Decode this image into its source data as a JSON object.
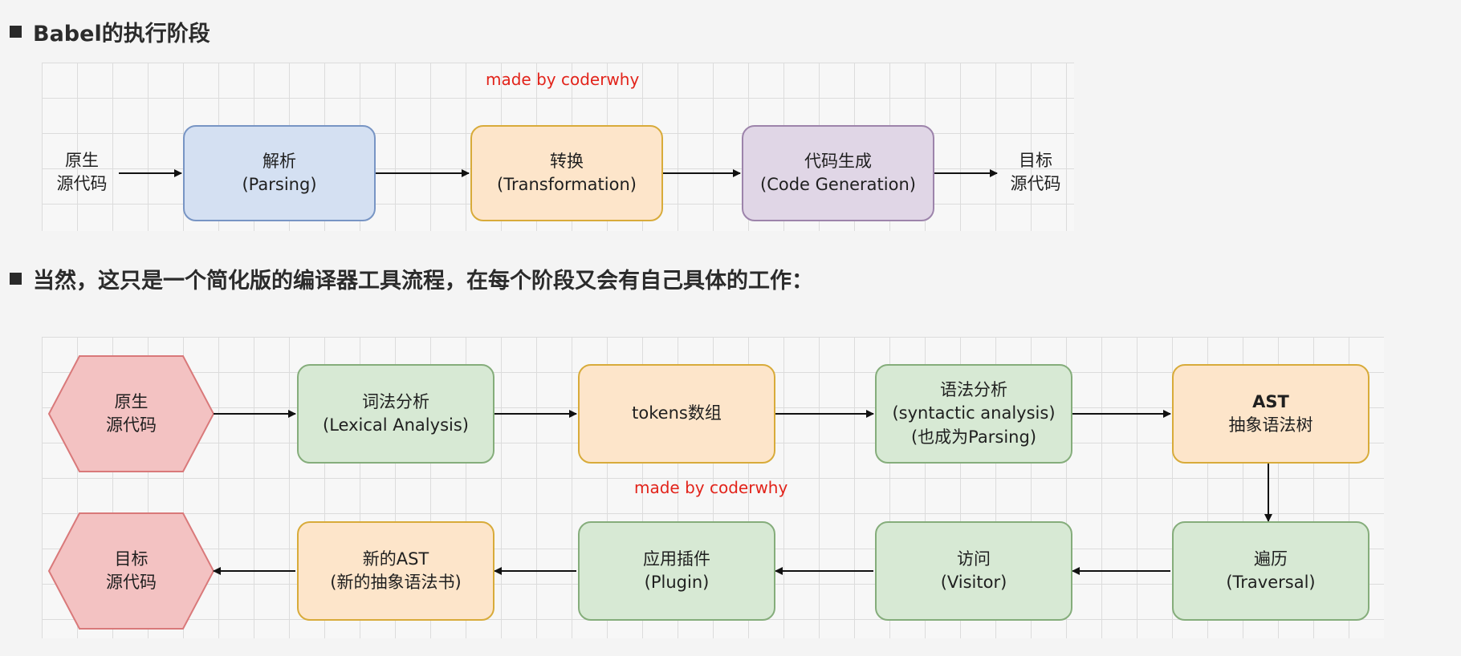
{
  "headings": {
    "h1": "Babel的执行阶段",
    "h2": "当然，这只是一个简化版的编译器工具流程，在每个阶段又会有自己具体的工作："
  },
  "diagram1": {
    "watermark": "made by coderwhy",
    "source": {
      "l1": "原生",
      "l2": "源代码"
    },
    "parsing": {
      "l1": "解析",
      "l2": "(Parsing)"
    },
    "transformation": {
      "l1": "转换",
      "l2": "(Transformation)"
    },
    "codegen": {
      "l1": "代码生成",
      "l2": "(Code Generation)"
    },
    "target": {
      "l1": "目标",
      "l2": "源代码"
    }
  },
  "diagram2": {
    "watermark": "made by coderwhy",
    "source": {
      "l1": "原生",
      "l2": "源代码"
    },
    "lexical": {
      "l1": "词法分析",
      "l2": "(Lexical Analysis)"
    },
    "tokens": {
      "l1": "tokens数组"
    },
    "syntactic": {
      "l1": "语法分析",
      "l2": "(syntactic analysis)",
      "l3": "(也成为Parsing)"
    },
    "ast": {
      "l1": "AST",
      "l2": "抽象语法树"
    },
    "traversal": {
      "l1": "遍历",
      "l2": "(Traversal)"
    },
    "visitor": {
      "l1": "访问",
      "l2": "(Visitor)"
    },
    "plugin": {
      "l1": "应用插件",
      "l2": "(Plugin)"
    },
    "new_ast": {
      "l1": "新的AST",
      "l2": "(新的抽象语法书)"
    },
    "target": {
      "l1": "目标",
      "l2": "源代码"
    }
  },
  "colors": {
    "blue_fill": "#d4e0f2",
    "orange_fill": "#fde5ca",
    "purple_fill": "#e0d6e6",
    "green_fill": "#d7e9d4",
    "hexagon_fill": "#f3c2c2",
    "watermark": "#e2231a"
  }
}
